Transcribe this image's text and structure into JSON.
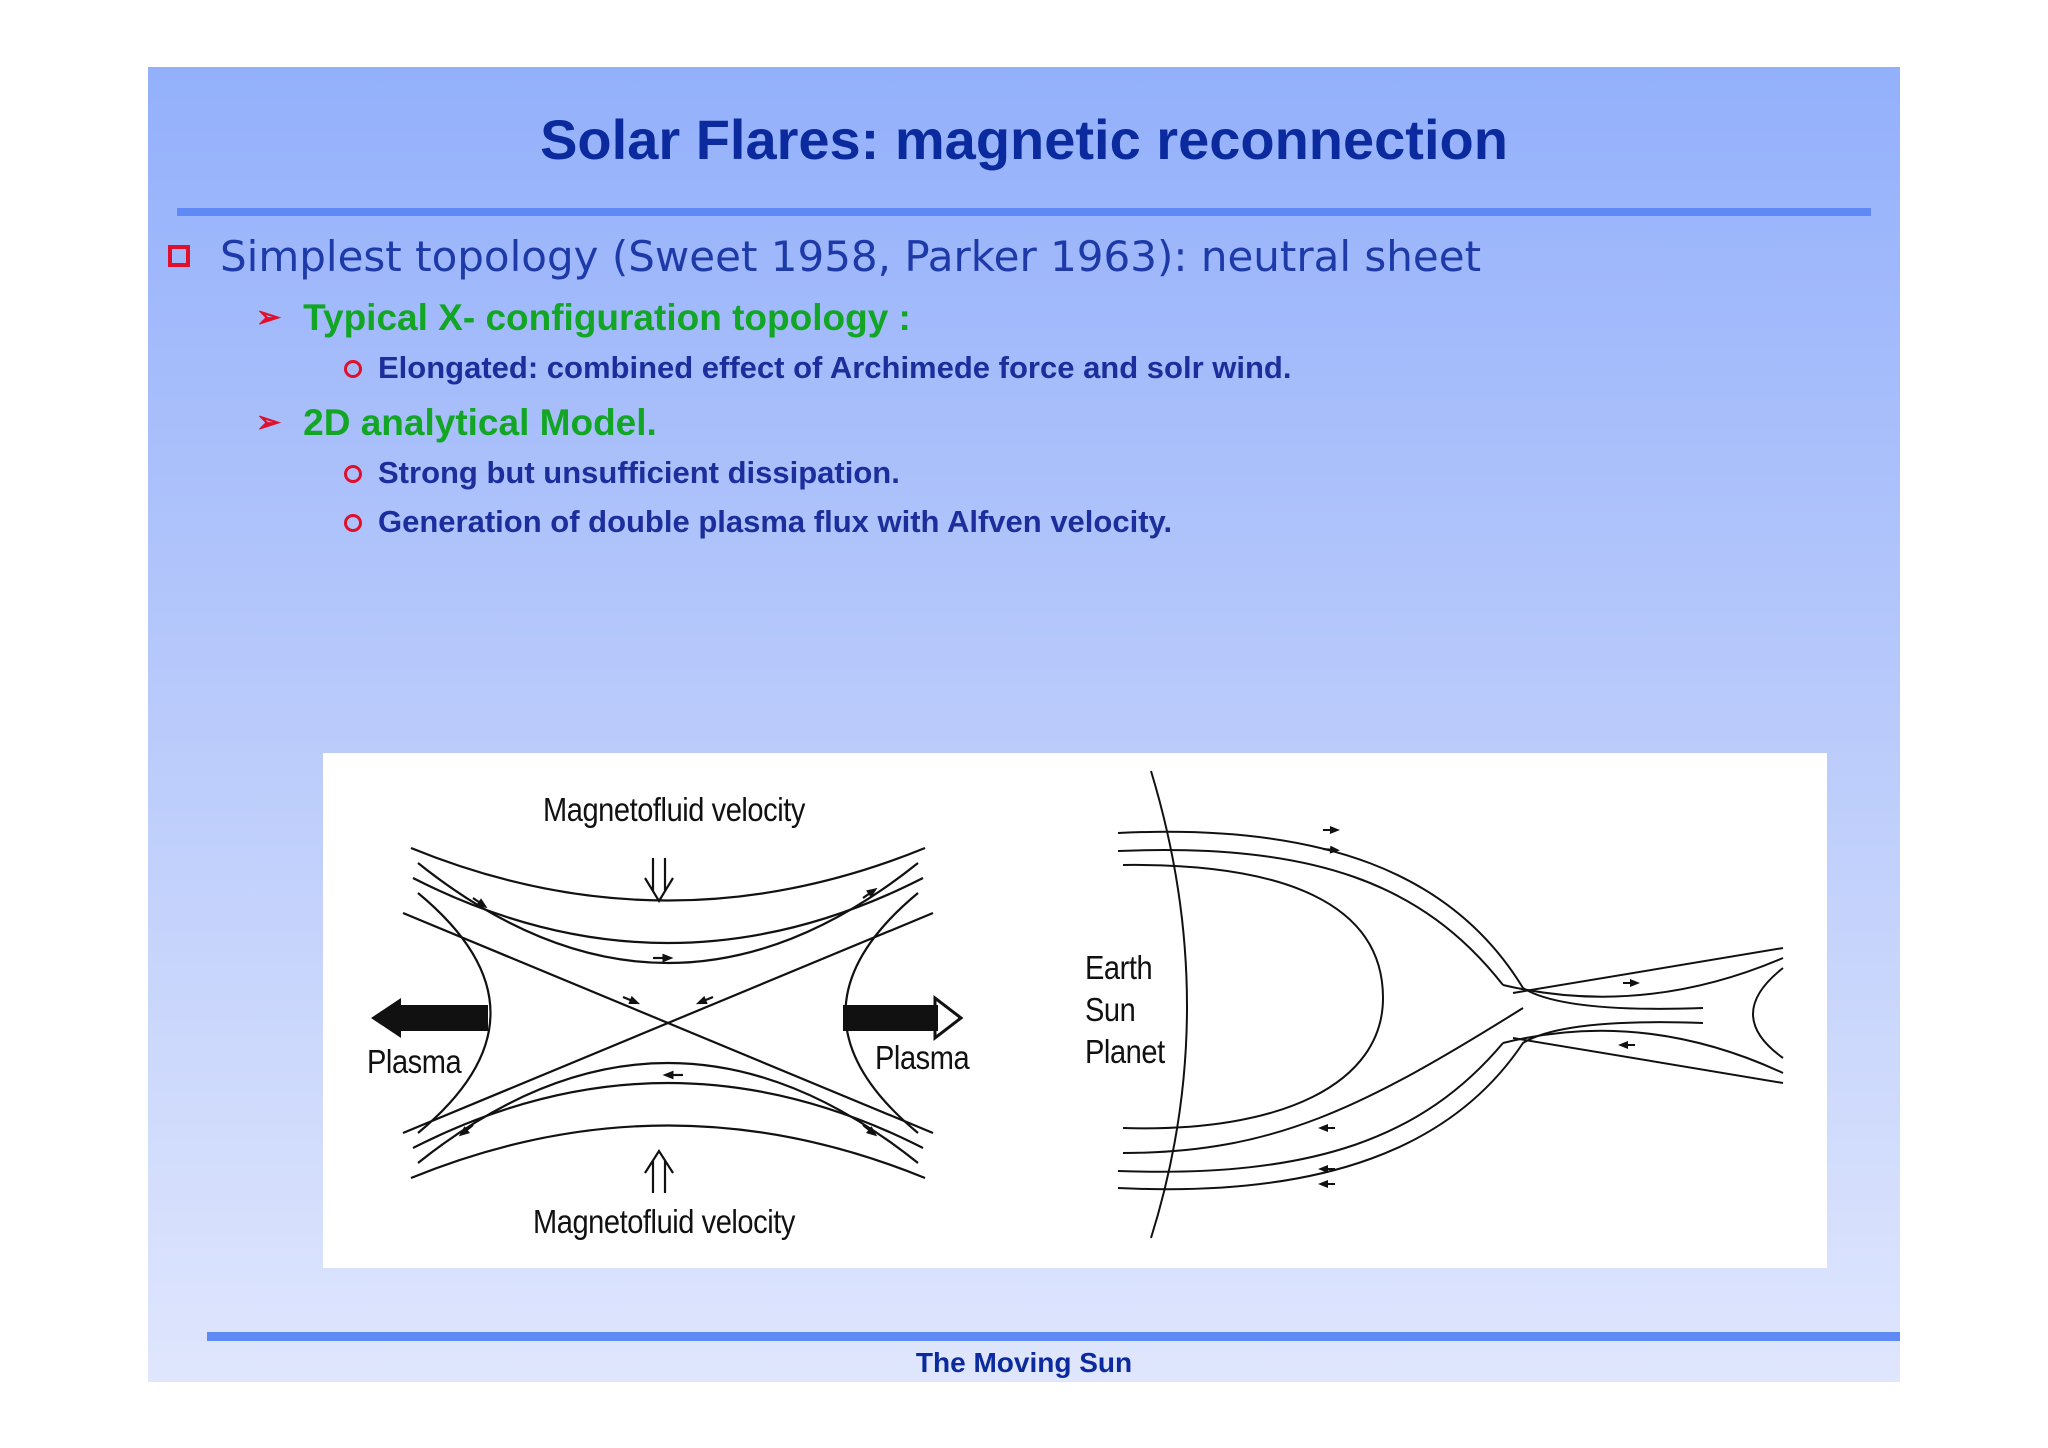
{
  "slide": {
    "title": "Solar Flares: magnetic reconnection",
    "bullet1": "Simplest topology (Sweet 1958, Parker 1963): neutral sheet",
    "sub1": "Typical X- configuration topology :",
    "sub1_item1": "Elongated: combined effect of Archimede force and solr wind.",
    "sub2": "2D analytical Model.",
    "sub2_item1": "Strong but unsufficient dissipation.",
    "sub2_item2": "Generation of double plasma flux with Alfven velocity.",
    "footer": "The Moving Sun"
  },
  "figure": {
    "top_label": "Magnetofluid velocity",
    "bottom_label": "Magnetofluid velocity",
    "left_label": "Plasma",
    "right_label": "Plasma",
    "side_labels": [
      "Earth",
      "Sun",
      "Planet"
    ]
  },
  "colors": {
    "title": "#0a2a9e",
    "level1_text": "#1d3aa8",
    "level2_text": "#12a624",
    "level3_text": "#1b2e9c",
    "bullet_markers": "#e0102d",
    "rules": "#5f89f5"
  },
  "icons": {
    "level1_bullet": "hollow-square",
    "level2_bullet": "arrowhead",
    "level3_bullet": "hollow-circle"
  }
}
